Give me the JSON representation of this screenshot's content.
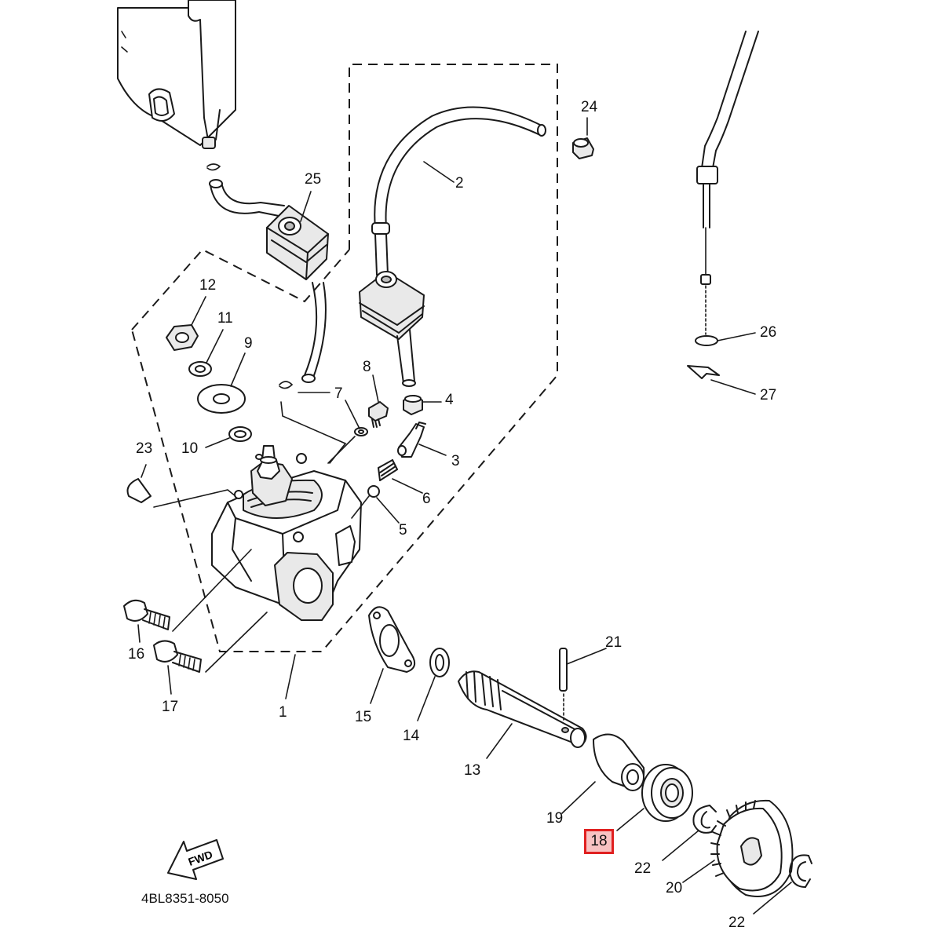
{
  "diagram": {
    "part_code": "4BL8351-8050",
    "fwd_label": "FWD",
    "highlighted_callout": "18",
    "accent_color": "#e02020",
    "callouts": {
      "c1": "1",
      "c2": "2",
      "c3": "3",
      "c4": "4",
      "c5": "5",
      "c6": "6",
      "c7": "7",
      "c8": "8",
      "c9": "9",
      "c10": "10",
      "c11": "11",
      "c12": "12",
      "c13": "13",
      "c14": "14",
      "c15": "15",
      "c16": "16",
      "c17": "17",
      "c18": "18",
      "c19": "19",
      "c20": "20",
      "c21": "21",
      "c22a": "22",
      "c22b": "22",
      "c23": "23",
      "c24": "24",
      "c25": "25",
      "c26": "26",
      "c27": "27"
    }
  }
}
